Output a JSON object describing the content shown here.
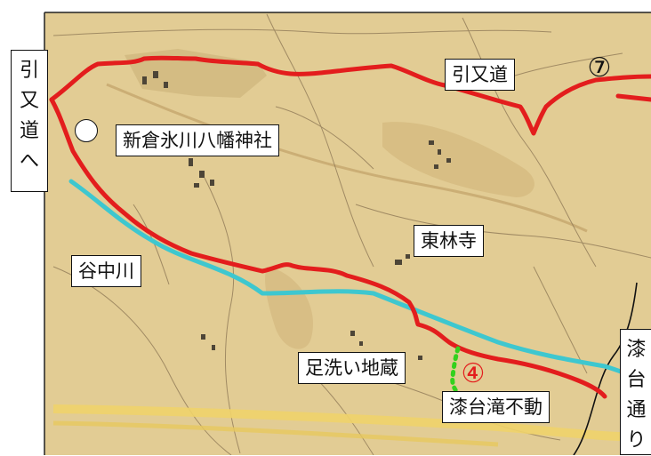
{
  "map": {
    "colors": {
      "paper": "#e6d09a",
      "road": "#e31d1d",
      "river": "#3ec7cf",
      "trail": "#33d11d"
    },
    "labels": {
      "hikimata_he": "引又道へ",
      "shinkura_shrine": "新倉氷川八幡神社",
      "hikimata_road": "引又道",
      "tourinji": "東林寺",
      "yanaka_river": "谷中川",
      "ashiarai_jizo": "足洗い地蔵",
      "shitsudai_fudo": "漆台滝不動",
      "shitsudai_dori": "漆台通り"
    },
    "markers": {
      "marker_7": "⑦",
      "marker_4": "④",
      "marker_1": ""
    }
  }
}
